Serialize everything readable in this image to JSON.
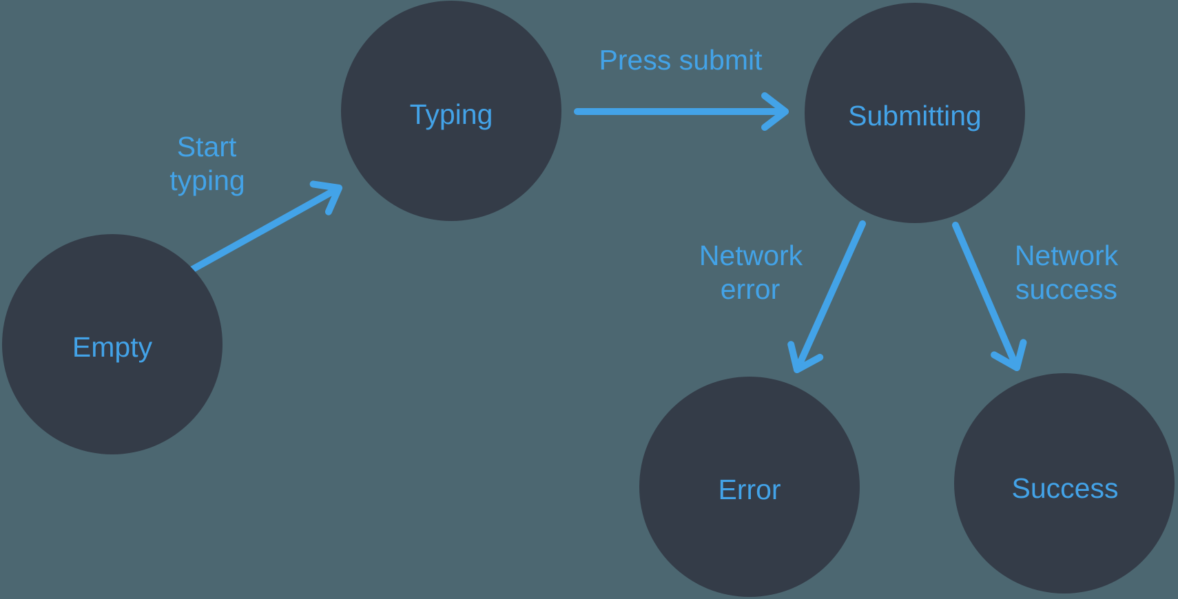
{
  "colors": {
    "background": "#4C6771",
    "node-fill": "#343C48",
    "accent": "#43A3E8"
  },
  "diagram": {
    "kind": "state-machine",
    "nodes": [
      {
        "id": "empty",
        "label": "Empty"
      },
      {
        "id": "typing",
        "label": "Typing"
      },
      {
        "id": "submitting",
        "label": "Submitting"
      },
      {
        "id": "error",
        "label": "Error"
      },
      {
        "id": "success",
        "label": "Success"
      }
    ],
    "edges": [
      {
        "id": "empty-to-typing",
        "from": "Empty",
        "to": "Typing",
        "label": "Start typing",
        "label_lines": [
          "Start",
          "typing"
        ]
      },
      {
        "id": "typing-to-submitting",
        "from": "Typing",
        "to": "Submitting",
        "label": "Press submit",
        "label_lines": [
          "Press submit"
        ]
      },
      {
        "id": "submitting-to-error",
        "from": "Submitting",
        "to": "Error",
        "label": "Network error",
        "label_lines": [
          "Network",
          "error"
        ]
      },
      {
        "id": "submitting-to-success",
        "from": "Submitting",
        "to": "Success",
        "label": "Network success",
        "label_lines": [
          "Network",
          "success"
        ]
      }
    ]
  }
}
